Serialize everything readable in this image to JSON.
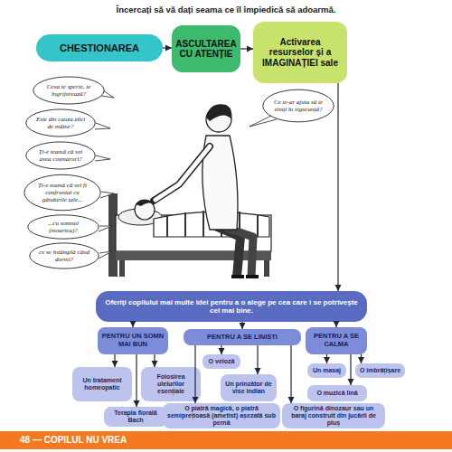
{
  "diagram": {
    "title": "Încercați să vă dați seama ce îl împiedică să adoarmă.",
    "nodes": [
      {
        "text": [
          "CHESTIONAREA"
        ]
      },
      {
        "text": [
          "ASCULTAREA CU ATENȚIE"
        ]
      },
      {
        "text": [
          "Activarea resurselor și a IMAGINAȚIEI sale"
        ]
      },
      {
        "text": [
          "Ceva te sperie, te îngrijorează?"
        ]
      },
      {
        "text": [
          "Este din cauza zilei de mâine?"
        ]
      },
      {
        "text": [
          "Ți-e teamă că vei avea coșmaruri?"
        ]
      },
      {
        "text": [
          "Ți-e teamă că vei fi confruntat cu gândurile tale..."
        ]
      },
      {
        "text": [
          "...cu somnul (moartea)?"
        ]
      },
      {
        "text": [
          "ce se întâmplă când dormi?"
        ]
      },
      {
        "text": [
          "Ce te-ar ajuta să te simți în siguranță?"
        ]
      },
      {
        "text": [
          "Oferiți copilului mai multe idei pentru a o alege pe cea care i se potrivește cel mai bine."
        ]
      },
      {
        "text": [
          "PENTRU UN SOMN MAI BUN"
        ]
      },
      {
        "text": [
          "PENTRU A SE LINIȘTI"
        ]
      },
      {
        "text": [
          "PENTRU A SE CALMA"
        ]
      },
      {
        "text": [
          "Un tratament homeopatic"
        ]
      },
      {
        "text": [
          "Folosirea uleiurilor esențiale"
        ]
      },
      {
        "text": [
          "Terapia florală Bach"
        ]
      },
      {
        "text": [
          "O veioză"
        ]
      },
      {
        "text": [
          "Un prinzător de vise indian"
        ]
      },
      {
        "text": [
          "O piatră magică, o piatră semiprețioasă (ametist) așezată sub pernă"
        ]
      },
      {
        "text": [
          "O figurină dinozaur sau un baraj construit din jucării de pluș"
        ]
      },
      {
        "text": [
          "Un masaj"
        ]
      },
      {
        "text": [
          "O îmbrățișare"
        ]
      },
      {
        "text": [
          "O muzică lină"
        ]
      }
    ],
    "edges": [
      {
        "from": 0,
        "to": 1,
        "arrow": "to"
      },
      {
        "from": 1,
        "to": 2,
        "arrow": "to"
      },
      {
        "from": 2,
        "to": 10,
        "arrow": "to"
      },
      {
        "from": 10,
        "to": 11,
        "arrow": "to"
      },
      {
        "from": 10,
        "to": 12,
        "arrow": "to"
      },
      {
        "from": 10,
        "to": 13,
        "arrow": "to"
      },
      {
        "from": 11,
        "to": 14,
        "arrow": "to"
      },
      {
        "from": 11,
        "to": 15,
        "arrow": "to"
      },
      {
        "from": 11,
        "to": 16,
        "arrow": "to"
      },
      {
        "from": 12,
        "to": 17,
        "arrow": "to"
      },
      {
        "from": 12,
        "to": 18,
        "arrow": "to"
      },
      {
        "from": 12,
        "to": 19,
        "arrow": "to"
      },
      {
        "from": 12,
        "to": 20,
        "arrow": "to"
      },
      {
        "from": 13,
        "to": 21,
        "arrow": "to"
      },
      {
        "from": 13,
        "to": 22,
        "arrow": "to"
      },
      {
        "from": 13,
        "to": 23,
        "arrow": "to"
      }
    ],
    "labels": [
      "48 — COPILUL NU VREA"
    ]
  }
}
